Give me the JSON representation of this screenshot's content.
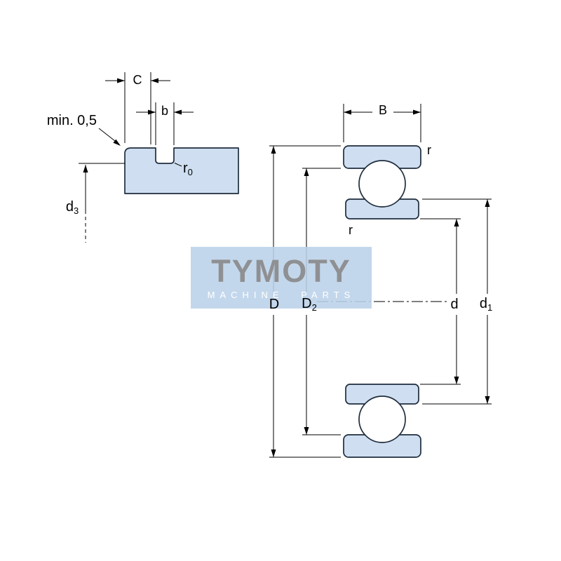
{
  "watermark": {
    "title": "TYMOTY",
    "subtitle": "MACHINE PARTS"
  },
  "detail_view": {
    "label_c": "C",
    "label_b": "b",
    "label_min": "min. 0,5",
    "label_r0_base": "r",
    "label_r0_sub": "0",
    "label_d3_base": "d",
    "label_d3_sub": "3"
  },
  "section_view": {
    "label_B": "B",
    "label_r_outer": "r",
    "label_r_inner": "r",
    "label_D": "D",
    "label_D2_base": "D",
    "label_D2_sub": "2",
    "label_d": "d",
    "label_d1_base": "d",
    "label_d1_sub": "1"
  },
  "colors": {
    "part_fill": "#cfdff1",
    "outline": "#1f2d3d",
    "dimension_line": "#000000",
    "watermark_bg": "#bbd1e9",
    "watermark_title": "#8f9093",
    "watermark_subtitle": "#ffffff"
  }
}
